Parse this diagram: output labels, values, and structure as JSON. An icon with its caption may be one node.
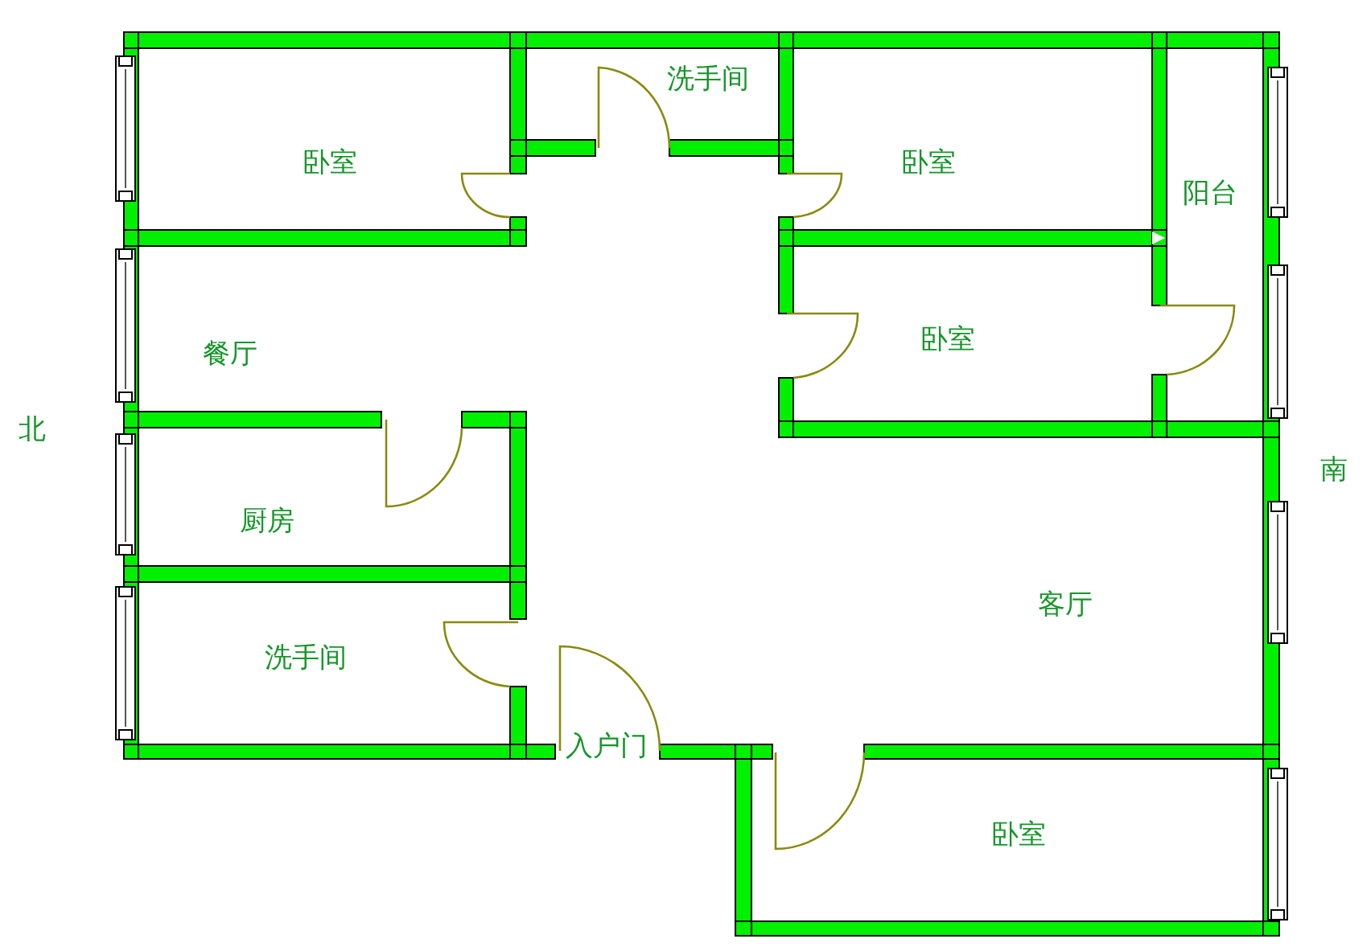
{
  "diagram": {
    "nodes": [
      {
        "text": [
          "卧室"
        ]
      },
      {
        "text": [
          "洗手间"
        ]
      },
      {
        "text": [
          "卧室"
        ]
      },
      {
        "text": [
          "阳台"
        ]
      },
      {
        "text": [
          "餐厅"
        ]
      },
      {
        "text": [
          "卧室"
        ]
      },
      {
        "text": [
          "厨房"
        ]
      },
      {
        "text": [
          "客厅"
        ]
      },
      {
        "text": [
          "洗手间"
        ]
      },
      {
        "text": [
          "卧室"
        ]
      }
    ],
    "labels": [
      "北",
      "南",
      "入户门"
    ]
  }
}
